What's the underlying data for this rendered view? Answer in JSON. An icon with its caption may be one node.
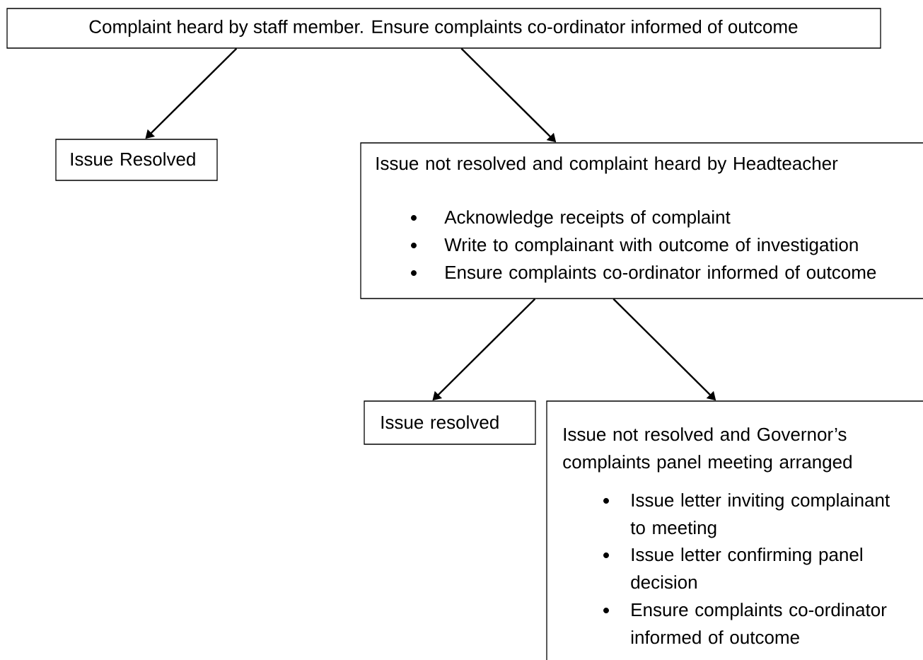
{
  "diagram": {
    "nodes": [
      {
        "text": [
          "Complaint heard by staff member. Ensure complaints co-ordinator informed of outcome"
        ]
      },
      {
        "text": [
          "Issue Resolved"
        ]
      },
      {
        "text": [
          "Issue not resolved and complaint heard by Headteacher",
          "Acknowledge receipts of complaint",
          "Write to complainant with outcome of investigation",
          "Ensure complaints co-ordinator informed of outcome"
        ]
      },
      {
        "text": [
          "Issue resolved"
        ]
      },
      {
        "text": [
          "Issue not resolved and Governor’s complaints panel meeting arranged",
          "Issue letter inviting complainant to meeting",
          "Issue letter confirming panel decision",
          "Ensure complaints co-ordinator informed of outcome"
        ]
      }
    ],
    "edges": [
      {
        "from": 0,
        "to": 1,
        "arrow": "to"
      },
      {
        "from": 0,
        "to": 2,
        "arrow": "to"
      },
      {
        "from": 2,
        "to": 3,
        "arrow": "to"
      },
      {
        "from": 2,
        "to": 4,
        "arrow": "to"
      }
    ]
  }
}
